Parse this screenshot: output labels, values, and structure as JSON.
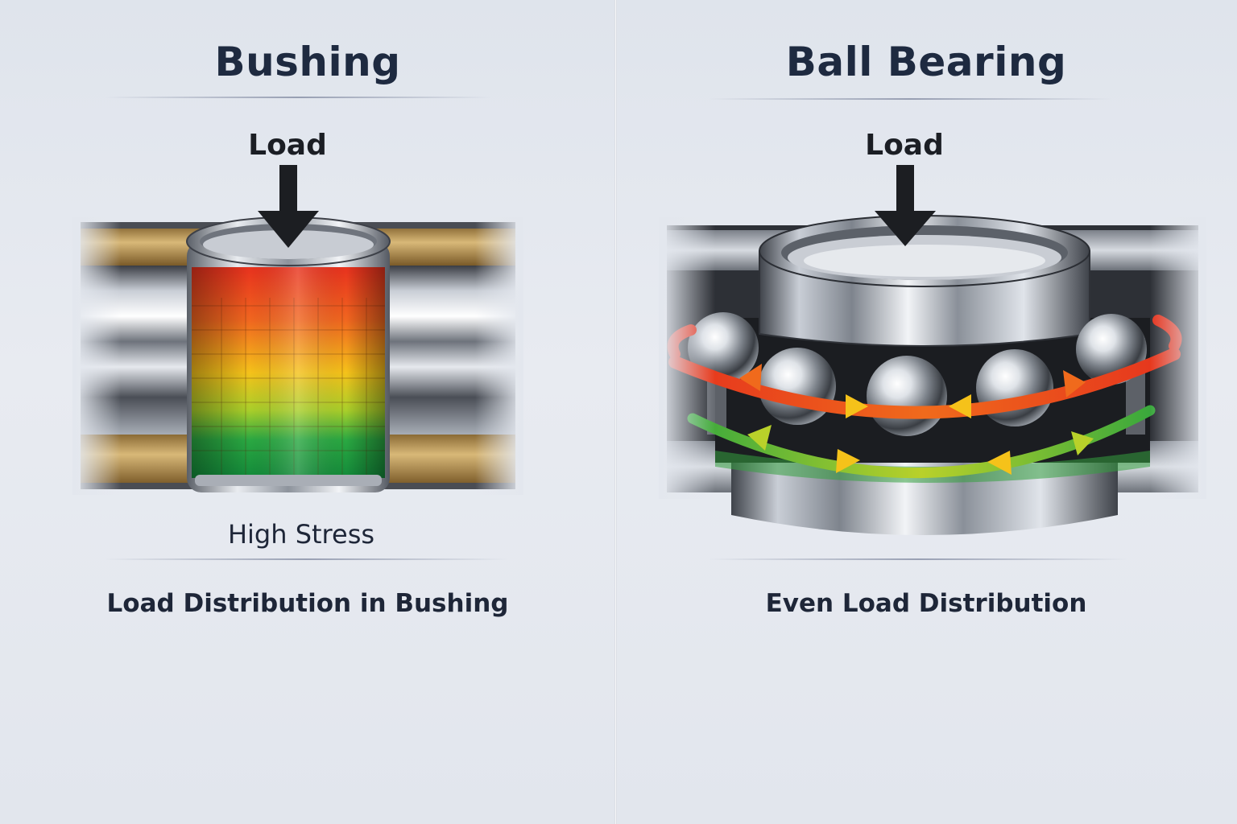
{
  "bushing": {
    "title": "Bushing",
    "load_label": "Load",
    "stress_label": "High Stress",
    "caption": "Load Distribution in Bushing"
  },
  "bearing": {
    "title": "Ball Bearing",
    "load_label": "Load",
    "caption": "Even Load Distribution"
  },
  "colors": {
    "title_text": "#1e2a40",
    "high_stress": "#e8321e",
    "mid_stress": "#f5c21a",
    "low_stress": "#1f9e3e",
    "brass": "#b08a4a",
    "steel": "#9aa0a8"
  }
}
